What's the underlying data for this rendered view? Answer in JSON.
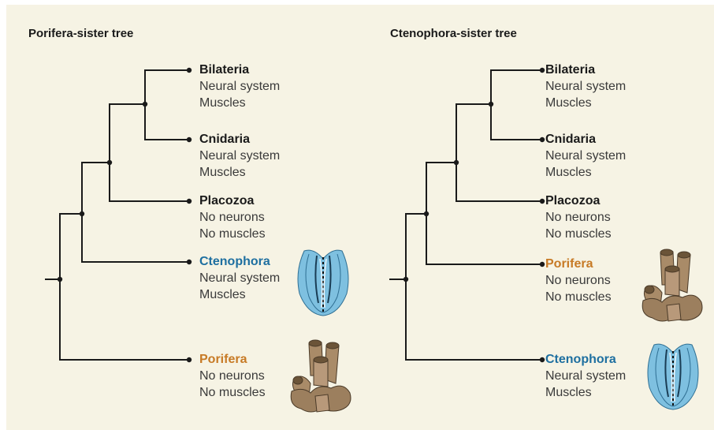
{
  "left_tree": {
    "title": "Porifera-sister tree",
    "taxa": [
      {
        "name": "Bilateria",
        "traits": [
          "Neural system",
          "Muscles"
        ],
        "color": "#1a1a1a"
      },
      {
        "name": "Cnidaria",
        "traits": [
          "Neural system",
          "Muscles"
        ],
        "color": "#1a1a1a"
      },
      {
        "name": "Placozoa",
        "traits": [
          "No neurons",
          "No muscles"
        ],
        "color": "#1a1a1a"
      },
      {
        "name": "Ctenophora",
        "traits": [
          "Neural system",
          "Muscles"
        ],
        "color": "#1e6fa0",
        "illustration": "comb-jelly-icon"
      },
      {
        "name": "Porifera",
        "traits": [
          "No neurons",
          "No muscles"
        ],
        "color": "#c77a25",
        "illustration": "sponge-icon"
      }
    ]
  },
  "right_tree": {
    "title": "Ctenophora-sister tree",
    "taxa": [
      {
        "name": "Bilateria",
        "traits": [
          "Neural system",
          "Muscles"
        ],
        "color": "#1a1a1a"
      },
      {
        "name": "Cnidaria",
        "traits": [
          "Neural system",
          "Muscles"
        ],
        "color": "#1a1a1a"
      },
      {
        "name": "Placozoa",
        "traits": [
          "No neurons",
          "No muscles"
        ],
        "color": "#1a1a1a"
      },
      {
        "name": "Porifera",
        "traits": [
          "No neurons",
          "No muscles"
        ],
        "color": "#c77a25",
        "illustration": "sponge-icon"
      },
      {
        "name": "Ctenophora",
        "traits": [
          "Neural system",
          "Muscles"
        ],
        "color": "#1e6fa0",
        "illustration": "comb-jelly-icon"
      }
    ]
  },
  "colors": {
    "background": "#f6f3e4",
    "line": "#1a1a1a",
    "ctenophora": "#1e6fa0",
    "porifera": "#c77a25"
  }
}
